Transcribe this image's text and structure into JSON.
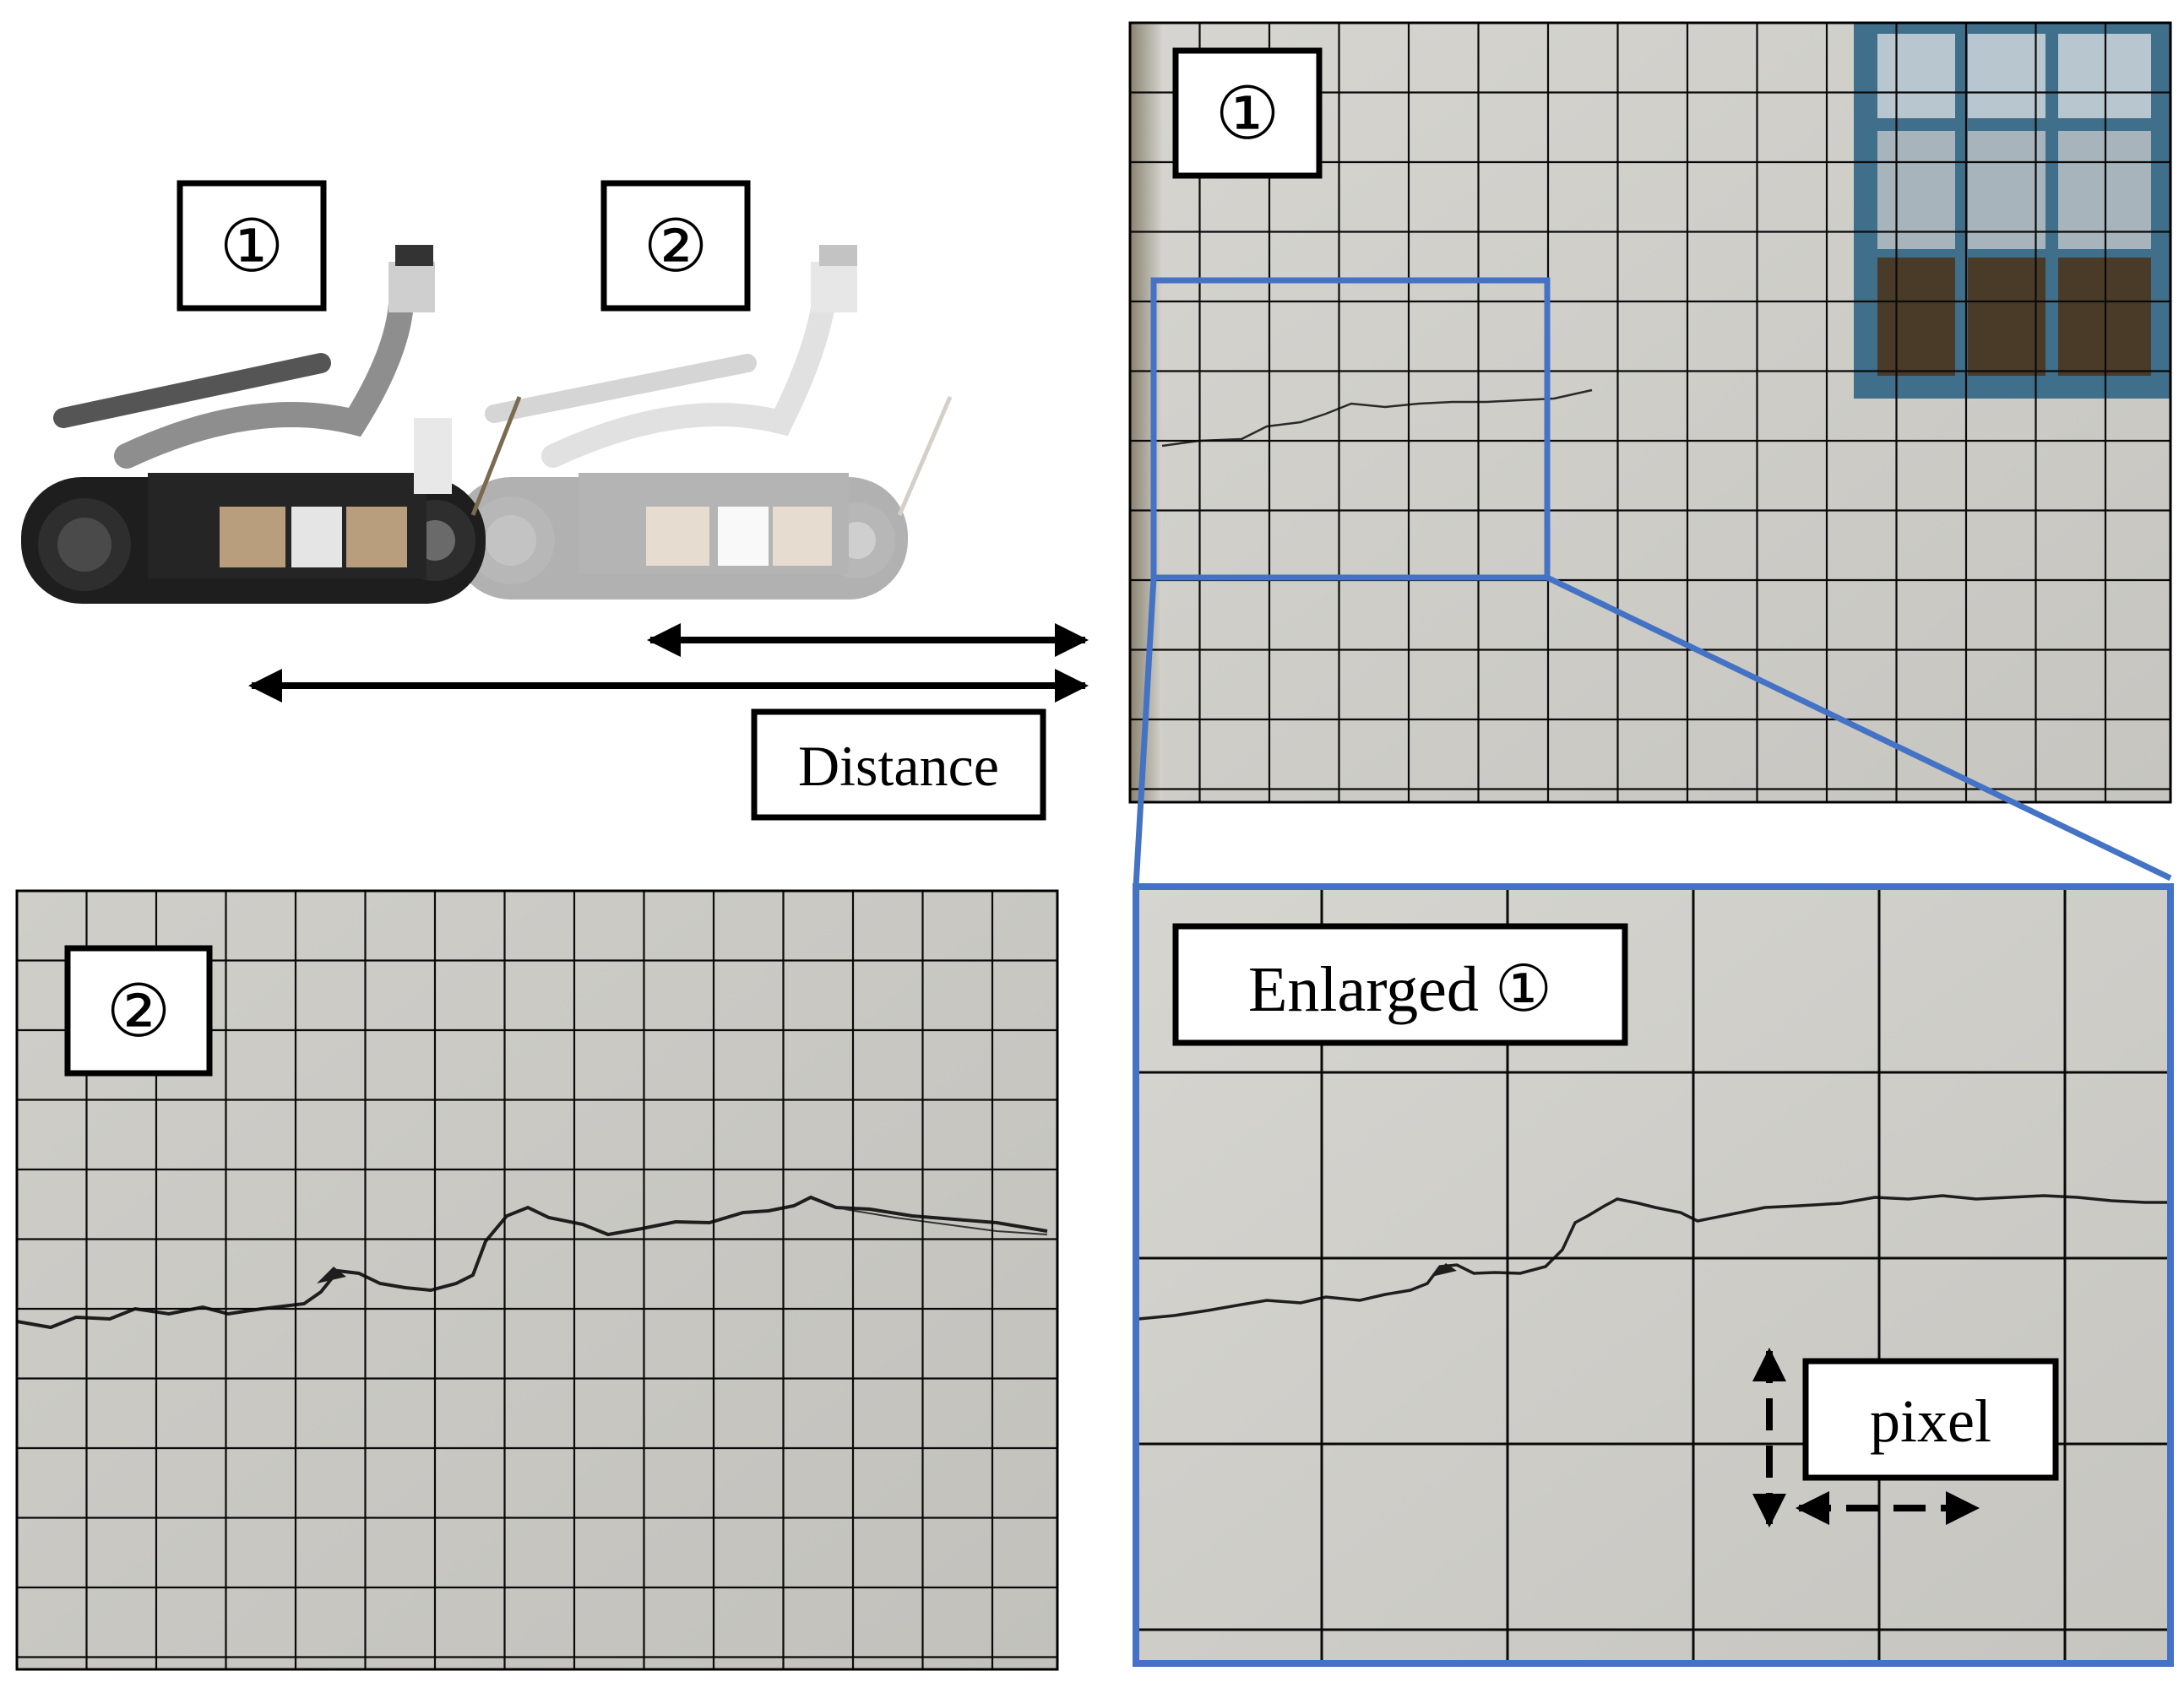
{
  "labels": {
    "robot_1": "①",
    "robot_2": "②",
    "distance": "Distance",
    "image_1": "①",
    "image_2": "②",
    "enlarged": "Enlarged ①",
    "pixel": "pixel"
  },
  "colors": {
    "highlight": "#4472C4",
    "wall": "#c9c8c3",
    "wall_far": "#d3d2cd",
    "grid": "#0a0a0a",
    "crack": "#1e1e1e",
    "window_frame": "#3f6f8a",
    "robot_body": "#222222",
    "robot_panel": "#b89e7c"
  },
  "icons": {
    "robot": "tracked-robot-icon",
    "arrow": "double-arrow-icon"
  }
}
